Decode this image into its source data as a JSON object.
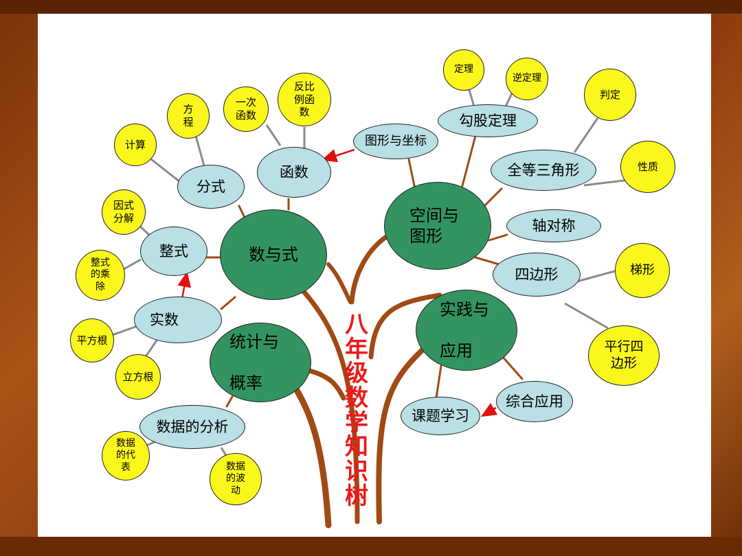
{
  "colors": {
    "trunk": "#a04a14",
    "main_node": "#339461",
    "sub_node": "#b9e0e4",
    "leaf_node": "#fbf71c",
    "title": "#ea1a1a",
    "arrow": "#e01010"
  },
  "title": "八\n年\n级\n数\n学\n知\n识\n树",
  "main": {
    "shu_yu_shi": "数与式",
    "kongjian": "空间与\n图形",
    "tongji": "统计与\n\n概率",
    "shijian": "实践与\n\n应用"
  },
  "sub": {
    "zhengshi": "整式",
    "fenshi": "分式",
    "hanshu": "函数",
    "shishu": "实数",
    "shuju_fenxi": "数据的分析",
    "tuxing_zuobiao": "图形与坐标",
    "gougu": "勾股定理",
    "quandeng": "全等三角形",
    "zhouduicheng": "轴对称",
    "sibianxing": "四边形",
    "zonghe": "综合应用",
    "keti": "课题学习"
  },
  "leaf": {
    "jisuan": "计算",
    "fangcheng": "方\n程",
    "yici": "一次\n函数",
    "fanbili": "反比\n例函\n数",
    "yinshi": "因式\n分解",
    "zhengshi_chengchu": "整式\n的乘\n除",
    "pingfanggen": "平方根",
    "lifanggen": "立方根",
    "daibiao": "数据\n的代\n表",
    "bodong": "数据\n的波\n动",
    "dingli": "定理",
    "nidingli": "逆定理",
    "panding": "判定",
    "xingzhi": "性质",
    "tixing": "梯形",
    "pingxing": "平行四\n边形"
  }
}
